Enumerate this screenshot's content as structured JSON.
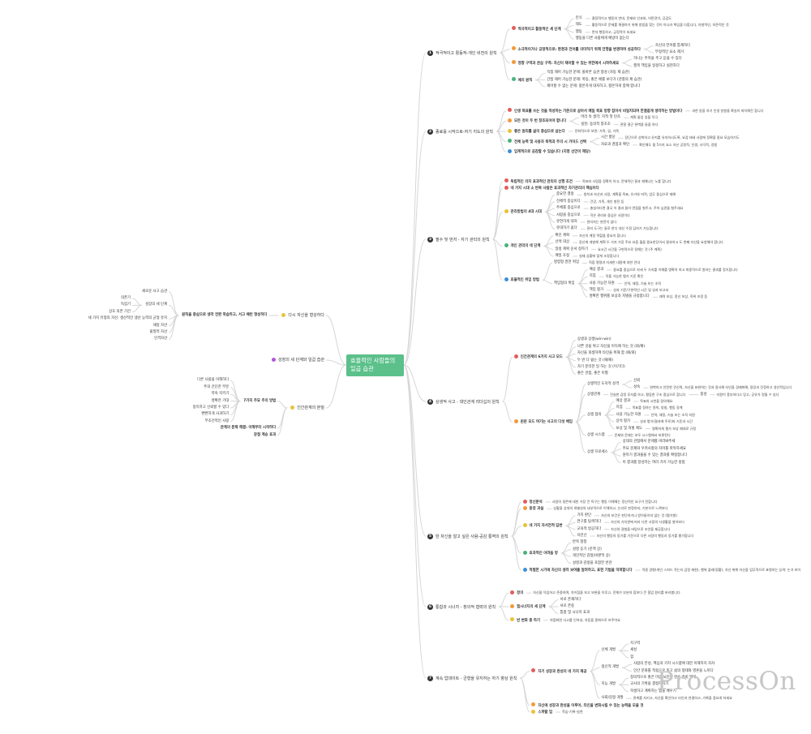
{
  "root": {
    "label": "효율적인 사람들의 일곱 습관"
  },
  "watermark": "ProcessOn",
  "colors": {
    "root_bg": "#5bc08a",
    "red": "#e45c5c",
    "orange": "#f29a3a",
    "yellow": "#e8c23a",
    "green": "#49b37a",
    "blue": "#3f8fd8",
    "purple": "#b157d6",
    "dark": "#333333",
    "line": "#d6d6d6"
  },
  "left_branches": [
    {
      "label": "다시 자신을 형성하다",
      "icon": "circle-icon",
      "color": "#e8c23a",
      "children": [
        {
          "label": "원칙을 중심으로 생각 전환 학습하고, 서고 패턴 형성하다",
          "children": [
            {
              "label": "세로운 사고 습관"
            },
            {
              "label": "성장의 세 단계",
              "children": [
                {
                  "label": "의존기"
                },
                {
                  "label": "독립기"
                },
                {
                  "label": "상호 의존 기간"
                }
              ]
            },
            {
              "label": "세 가지 유형의 자신: 생산적인 생산 능력의 균형 유지"
            },
            {
              "label": "재정 자산"
            },
            {
              "label": "물질적 자산"
            },
            {
              "label": "인격자산"
            }
          ]
        }
      ]
    },
    {
      "label": "성장의 세 단계와 일곱 습관",
      "icon": "circle-icon",
      "color": "#b157d6",
      "children": []
    },
    {
      "label": "인간관계의 본질",
      "icon": "circle-icon",
      "color": "#e8c23a",
      "children": [
        {
          "label": "7가지 주요 주의 방법",
          "children": [
            {
              "label": "다른 사람을 이해하다"
            },
            {
              "label": "주의 간단한 부분"
            },
            {
              "label": "약속 지키기"
            },
            {
              "label": "명확한 기대"
            },
            {
              "label": "정직하고 신뢰할 수 있다"
            },
            {
              "label": "뻔뻔하게 사과하기"
            },
            {
              "label": "무조건적인 사랑"
            }
          ]
        },
        {
          "label": "관계의 문제 해결: 이해부터 시작하다"
        },
        {
          "label": "장점 계승 효과"
        }
      ]
    }
  ],
  "right_branches": [
    {
      "n": "1",
      "label": "적극적이고 활동적-개인 비전의 원칙",
      "children": [
        {
          "label": "적극적이고 활동적인 세 단계",
          "color": "#e45c5c",
          "children": [
            {
              "label": "인식",
              "note": "결정적이고 행동의 반대, 문제와 인과와, 어떤것이, 공감도"
            },
            {
              "label": "태도",
              "note": "활동적으로 문제를 해결하기 위해 방법을 찾는 것이 아니라 책임을 다합니다, 자발적인, 의존적인 것"
            },
            {
              "label": "행동",
              "note": "먼저 행동하고, 긍정적이 되세요"
            },
            {
              "label": "행동을 다른 사람에게 예방이 없는다"
            }
          ]
        },
        {
          "label": "소극적이거나 긍정적으로: 환경과 언어를 의미하기 위해 언행을 변경하여 성공하다",
          "color": "#f29a3a",
          "children": [
            {
              "label": "자신의 언어를 통제하다"
            },
            {
              "label": "부정적인 요소 제거"
            }
          ]
        },
        {
          "label": "영향 구역과 관심 구역: 자신이 제어할 수 있는 위한에서 시작하세요",
          "color": "#f29a3a",
          "children": [
            {
              "label": "하나는 주목을 주고 듣을 수 있다"
            },
            {
              "label": "행복 책임을 일정하고 실현하다"
            }
          ]
        },
        {
          "label": "예의 원칙",
          "color": "#49b37a",
          "children": [
            {
              "label": "직접 제어 가능한 문제: 올바른 습관 형성 (자동 제 습관)"
            },
            {
              "label": "간접 제어 가능한 문제: 폭동, 좋은 애를 보다가 (관찰의 제 습관)"
            },
            {
              "label": "제어할 수 없는 문제: 평온하게 대처하고, 평온하게 함께 합니다"
            }
          ]
        }
      ]
    },
    {
      "n": "2",
      "label": "종료를 시작으로-자기 지도의 원칙",
      "children": [
        {
          "label": "인생 목표를 쓰는 것을 작성하는 기준으로 삼아서 매일 목표 방향 잡아서 비일치되며 한결같게 생각하는 방법이다",
          "color": "#e45c5c",
          "note": "과한 방을 하기 인생 방향을 확실히 떠이해진 합니다"
        },
        {
          "label": "모든 것이 두 번 창조되어야 합니다",
          "color": "#f29a3a",
          "children": [
            {
              "label": "머리 속 생각: 지적 첫 탄조",
              "note": "계획 졸업 일을 작극"
            },
            {
              "label": "실천: 동의적 창조조",
              "note": "관찰 결곤 완벽을 들을 하다"
            }
          ]
        },
        {
          "label": "좋은 원리를 삶의 중심으로 삼는다",
          "color": "#e8c23a",
          "note": "전화적으로 보면: 가족, 일, 가족"
        },
        {
          "label": "전체 능력 및 사용자 목적과 주의 시 가이드 선택",
          "color": "#49b37a",
          "children": [
            {
              "label": "시간 할당",
              "note": "장단으로 성취하고 유지를 유지하시도록, 요점 태세 사람에 정확을 중요 모습하기도"
            },
            {
              "label": "자료과 경험과 확인",
              "note": "확인해도 될 5가지 요소 자신 공정적, 인생, 사익적, 경험"
            }
          ]
        },
        {
          "label": "임계적으로 공감할 수 있습니다 (지명 선언이 해당)",
          "color": "#3f8fd8"
        }
      ]
    },
    {
      "n": "3",
      "label": "필수 및 먼저 - 자기 관리의 원칙",
      "children": [
        {
          "label": "독립적인 의지 효과적인 관리의 선행 조건",
          "color": "#e45c5c",
          "note": "목표와 사람을 정확히 하고, 전체적인 결과 재해나는 노를 합니다"
        },
        {
          "label": "네 가지 시대 소 반복 사람은 효과적인 자기관리의 핵심이다",
          "color": "#e45c5c"
        },
        {
          "label": "관리방법의 4대 시대",
          "color": "#e8c23a",
          "children": [
            {
              "label": "중요한 결정",
              "note": "원칙과 자산과 사람, 계획을 목표, 유가와 마적, 업무 중심으로 재해"
            },
            {
              "label": "전체적 중심이다",
              "note": "건강, 가족, 개인 발전 등"
            },
            {
              "label": "주체를 중심으로",
              "note": "충실하다면 결국 이 결과 들어 면접을 형주고, 주어 습관을 형주세요"
            },
            {
              "label": "사람을 중심으로",
              "note": "작은 관리와 중심은 사람이다"
            },
            {
              "label": "유연하게 대처",
              "note": "관리자는 완전치 않다"
            },
            {
              "label": "유대하기 쉽다",
              "note": "관리 도구는 들로 한다 대신 수정 담하기 가능합니다"
            }
          ]
        },
        {
          "label": "개인 관리의 네 단계",
          "color": "#49b37a",
          "children": [
            {
              "label": "확인 계획",
              "note": "자신의 계정 역할을 중요히 합니다"
            },
            {
              "label": "선택 대상",
              "note": "장산계 개발해 계획 두 가지 가장 주요 요즘 월을 중요한당이서 결과하고 도 번째 자산을 요청해야 합니다"
            },
            {
              "label": "일정 계획 순서 정하기",
              "note": "요시간 시간을 구현적으로 정해는 것 (주 계획)"
            },
            {
              "label": "매일 조정",
              "note": "실제 상황에 맞게 조정합니다"
            }
          ]
        },
        {
          "label": "효율적인 위임 방법",
          "color": "#3f8fd8",
          "children": [
            {
              "label": "명령형 권한 위임",
              "note": "직접 명령과 자세한 내용에 대한 안내"
            },
            {
              "label": "책임형의 위임",
              "children": [
                {
                  "label": "예상 결과",
                  "note": "중요를 중심으로 자세 두 가지를 이해를 명확히 하고 최종적으로 원하는 결과를 정기합니다"
                },
                {
                  "label": "지침",
                  "note": "작을 가능한 평가 기준 확인"
                },
                {
                  "label": "사용 가능한 자원",
                  "note": "인력, 재정, 기술 또는 조직"
                },
                {
                  "label": "책임 평가",
                  "note": "성과 기준/구현적인 시간 및 성과 보고서"
                },
                {
                  "label": "명확한 행위를 보상과 처벌을 규정합니다",
                  "note": "재력 보상, 정신 보상, 직위 조정 등"
                }
              ]
            }
          ]
        }
      ]
    },
    {
      "n": "4",
      "label": "상생적 사고 - 대인관계 리더십의 원칙",
      "children": [
        {
          "label": "인간관계의 6가지 사고 모드",
          "color": "#e45c5c",
          "children": [
            {
              "label": "상생과 상생(win-win)"
            },
            {
              "label": "나쁜 것을 위고 자신을 이득에 하는 것 (회/패)"
            },
            {
              "label": "자신을 희생하여 타인을 위해 함 (패/회)"
            },
            {
              "label": "두 번 다 잃는 것 (패/패)"
            },
            {
              "label": "자기 분리한 일 하는 것 (이기다)"
            },
            {
              "label": "좋은 관점, 좋은 이별"
            }
          ]
        },
        {
          "label": "윈윈 모드 여기는 사고의 다섯 배임",
          "color": "#f29a3a",
          "children": [
            {
              "label": "상생적인 도덕적 성격",
              "children": [
                {
                  "label": "신뢰"
                },
                {
                  "label": "성숙",
                  "note": "완벽하고 안전한 견신력, 자신을 표현하는 것과 용사해 타인을 경제화해, 용장과 진정하고 생산적입니다"
                }
              ]
            },
            {
              "label": "상생관계",
              "note": "진실한 감정 투자를 하고, 평등한 구조 중심으로 합니다",
              "children": [
                {
                  "label": "풍성",
                  "note": "자원이 풍부하다고 믿고, 공유가 정될 수 있다"
                }
              ]
            },
            {
              "label": "상생 협의",
              "children": [
                {
                  "label": "예상 결과",
                  "note": "목표와 시한을 정의해요"
                },
                {
                  "label": "지침",
                  "note": "목표를 정하는 원칙, 방침, 행동 경계"
                },
                {
                  "label": "사용 가능한 자원",
                  "note": "인력, 재정, 기술 또는 조직 지원"
                },
                {
                  "label": "상석 평가",
                  "note": "성과 평가(결과에 주로)와 기준과 시간"
                },
                {
                  "label": "보상 및 처벌 제도",
                  "note": "명확하게 평가 보상 제대로 규정"
                }
              ]
            },
            {
              "label": "상생 시스템",
              "note": "문제와 문제는 보두 시스템에서 비롯된다"
            },
            {
              "label": "상생 프로세스",
              "children": [
                {
                  "label": "상대의 관점에서 문제를 바라봐주세"
                },
                {
                  "label": "주요 문제와 우려사항의 차이를 파악하세요"
                },
                {
                  "label": "원하기 결과물을 수 있는 결과를 확정합니다"
                },
                {
                  "label": "이 결과를 달성하는 여러 가지 가능한 방법"
                }
              ]
            }
          ]
        }
      ]
    },
    {
      "n": "5",
      "label": "딴 자신을 알고 싶은 사람-공감 통역의 원칙",
      "children": [
        {
          "label": "정신분석",
          "color": "#e45c5c",
          "note": "사람의 생존에 대한 가장 큰 욕구는 행동 이해해는 정신적인 요구가 전합니다"
        },
        {
          "label": "동정 과실",
          "color": "#f29a3a",
          "note": "상황을 상대의 개별성의 내부적으로 이해하고, 논리로 판정하지, 기본으로 느껴보다"
        },
        {
          "label": "네 가지 자서전적 답변",
          "color": "#e8c23a",
          "children": [
            {
              "label": "가치 판단",
              "note": "자신의 보건은 판단하거나 받아들이지 않는 것 (평가형)"
            },
            {
              "label": "연구를 탐색하다",
              "note": "자신의 가치관에 따라 다른 사람의 사생활을 엿어보다"
            },
            {
              "label": "교육적 방공하다",
              "note": "자신의 경험을 바탕으로 조언을 제공합니다"
            },
            {
              "label": "자전신",
              "note": "자신의 행동의 동기를 기준으로 다른 사람의 행동과 동기를 평가합니다"
            }
          ]
        },
        {
          "label": "효과적인 어려움 방",
          "color": "#49b37a",
          "children": [
            {
              "label": "반복 청청"
            },
            {
              "label": "설명 듣기 (문맥 상)"
            },
            {
              "label": "개인적인 감정(비판적 상)"
            },
            {
              "label": "설명과 감정을 포함한 반관"
            }
          ]
        },
        {
          "label": "적절한 시기에 자신의 생각 보여줄 알려하고, 표현 기법을 익혀합니다",
          "color": "#3f8fd8",
          "note": "적용 경향(개인 스피드 작는지 감정 재현), 행위 플래(정황), 자신 위해 자신을 업무적으로 표명하는 능력: 논거 보이"
        }
      ]
    },
    {
      "n": "6",
      "label": "통합과 시너지 - 창의적 협력의 원칙",
      "children": [
        {
          "label": "정의",
          "color": "#e45c5c",
          "note": "자신을 덕임하고 존중하며, 차이점을 보고 보완을 이루고, 전체가 부분의 합보다 큰 협업 원리를 바라봅니다"
        },
        {
          "label": "협시너지의 세 단계",
          "color": "#f29a3a",
          "children": [
            {
              "label": "서로 존재하다"
            },
            {
              "label": "서로 존중"
            },
            {
              "label": "통합 및 시너지 효과"
            }
          ]
        },
        {
          "label": "번 변화 중 하기",
          "color": "#e8c23a",
          "note": "약점화면 사고를 인어내, 차동을 종화으로 보주어요"
        }
      ]
    },
    {
      "n": "7",
      "label": "계속 업데이트 - 균형을 유지하는 자기 향상 원칙",
      "children": [
        {
          "label": "자기 성장과 완성의 네 가지 제공",
          "color": "#e45c5c",
          "children": [
            {
              "label": "신체 개발",
              "children": [
                {
                  "label": "지구력"
                },
                {
                  "label": "세성"
                },
                {
                  "label": "힘"
                }
              ]
            },
            {
              "label": "정신적 개발",
              "children": [
                {
                  "label": "사람의 본성, 핵심과 가치 시스템에 대한 이해하지 자자"
                },
                {
                  "label": "인간 문화를 적용으로 읽고 삶의 형태와 영혼을 느끼다"
                }
              ]
            },
            {
              "label": "지능 개발",
              "children": [
                {
                  "label": "창의적으로 좋은 마음 뇌진의 완수 준비 발게"
                },
                {
                  "label": "교사의 기록을 결정해지기"
                },
                {
                  "label": "학생하고 계획하는 법을 배우기"
                }
              ]
            },
            {
              "label": "사회/감정 개발",
              "note": "관계를 지키고, 자신을 확인하고 타인과 연결하고, 기록을 중요게 하세요"
            }
          ]
        },
        {
          "label": "자신에 성장과 완성을 이루어, 타인을 변화시킬 수 있는 능력을 모을 것",
          "color": "#f29a3a"
        },
        {
          "label": "스파랄 업",
          "color": "#e8c23a",
          "note": "학습-기록-실천"
        }
      ]
    }
  ]
}
